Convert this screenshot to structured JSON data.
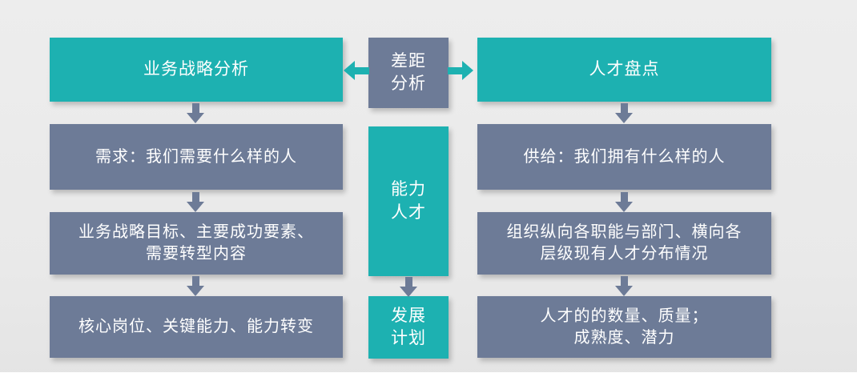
{
  "colors": {
    "teal": "#1db1b1",
    "slate": "#6d7b97",
    "background": "#e9e9e9",
    "text": "#ffffff"
  },
  "boxes": {
    "left_top": "业务战略分析",
    "left_row2": "需求：我们需要什么样的人",
    "left_row3": "业务战略目标、主要成功要素、\n需要转型内容",
    "left_row4": "核心岗位、关键能力、能力转变",
    "center_top": "差距\n分析",
    "center_mid": "能力\n人才",
    "center_bottom": "发展\n计划",
    "right_top": "人才盘点",
    "right_row2": "供给：我们拥有什么样的人",
    "right_row3": "组织纵向各职能与部门、横向各\n层级现有人才分布情况",
    "right_row4": "人才的的数量、质量；\n成熟度、潜力"
  }
}
